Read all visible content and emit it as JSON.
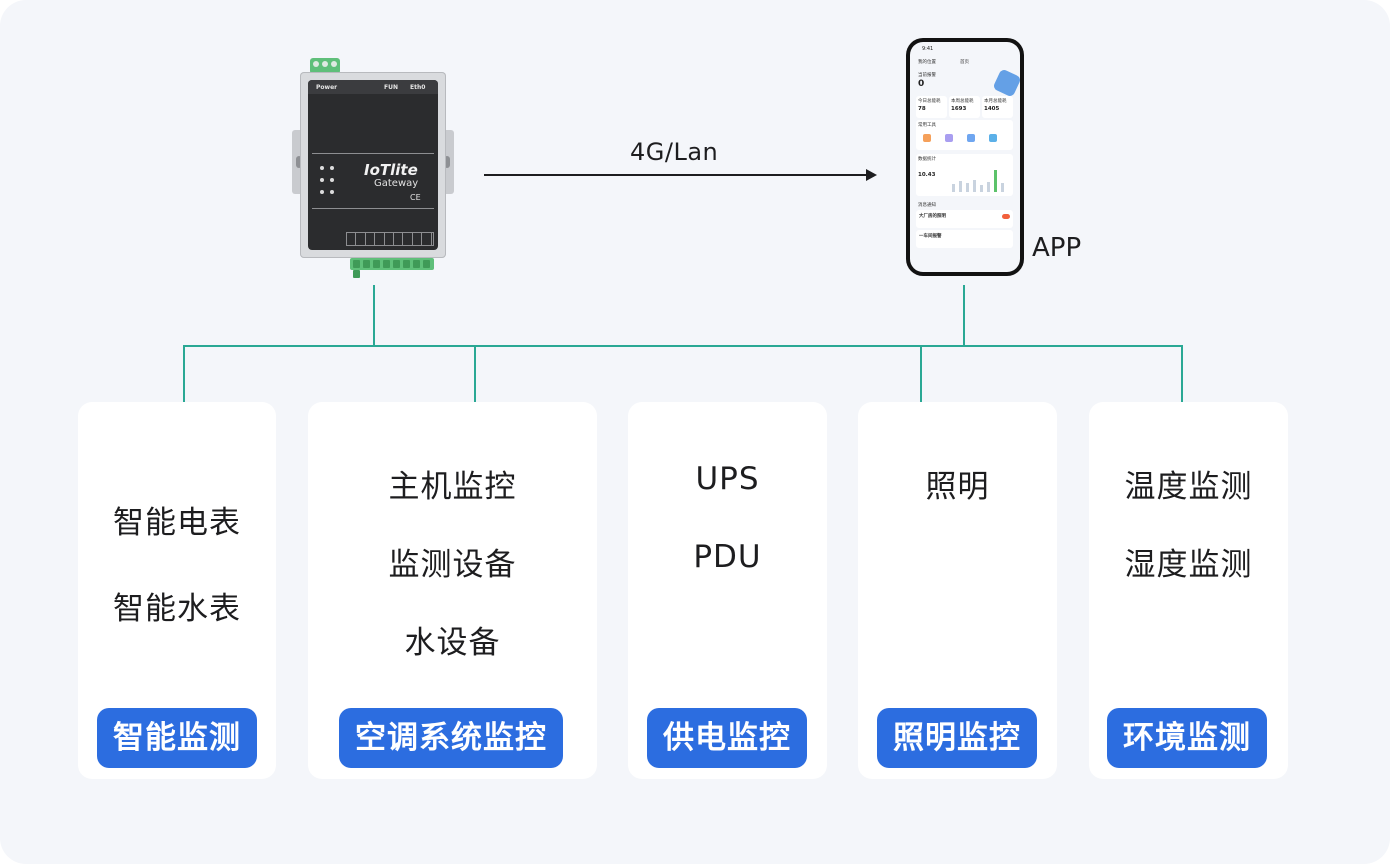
{
  "diagram": {
    "link_label": "4G/Lan",
    "app_label": "APP",
    "gateway": {
      "brand": "IoTlite",
      "subtitle": "Gateway",
      "power_label": "Power",
      "fun_label": "FUN",
      "eth_label": "Eth0",
      "ce_mark": "CE"
    },
    "phone": {
      "time": "9:41",
      "title": "首页",
      "location": "我的位置",
      "current_alarm_label": "当前报警",
      "current_alarm_value": "0",
      "stats": [
        {
          "label": "今日总能耗",
          "value": "78"
        },
        {
          "label": "本周总能耗",
          "value": "1693"
        },
        {
          "label": "本月总能耗",
          "value": "1405"
        }
      ],
      "tools_label": "常用工具",
      "data_label": "数据统计",
      "data_value": "10.43",
      "messages_label": "消息通知",
      "messages": [
        "大厂房的照明",
        "一车间报警"
      ]
    },
    "panels": [
      {
        "items": [
          "智能电表",
          "智能水表"
        ],
        "category": "智能监测"
      },
      {
        "items": [
          "主机监控",
          "监测设备",
          "水设备"
        ],
        "category": "空调系统监控"
      },
      {
        "items": [
          "UPS",
          "PDU"
        ],
        "category": "供电监控"
      },
      {
        "items": [
          "照明"
        ],
        "category": "照明监控"
      },
      {
        "items": [
          "温度监测",
          "湿度监测"
        ],
        "category": "环境监测"
      }
    ]
  },
  "colors": {
    "background": "#f4f6fa",
    "connector": "#2aa894",
    "pill": "#2c6de0",
    "panel": "#ffffff"
  }
}
